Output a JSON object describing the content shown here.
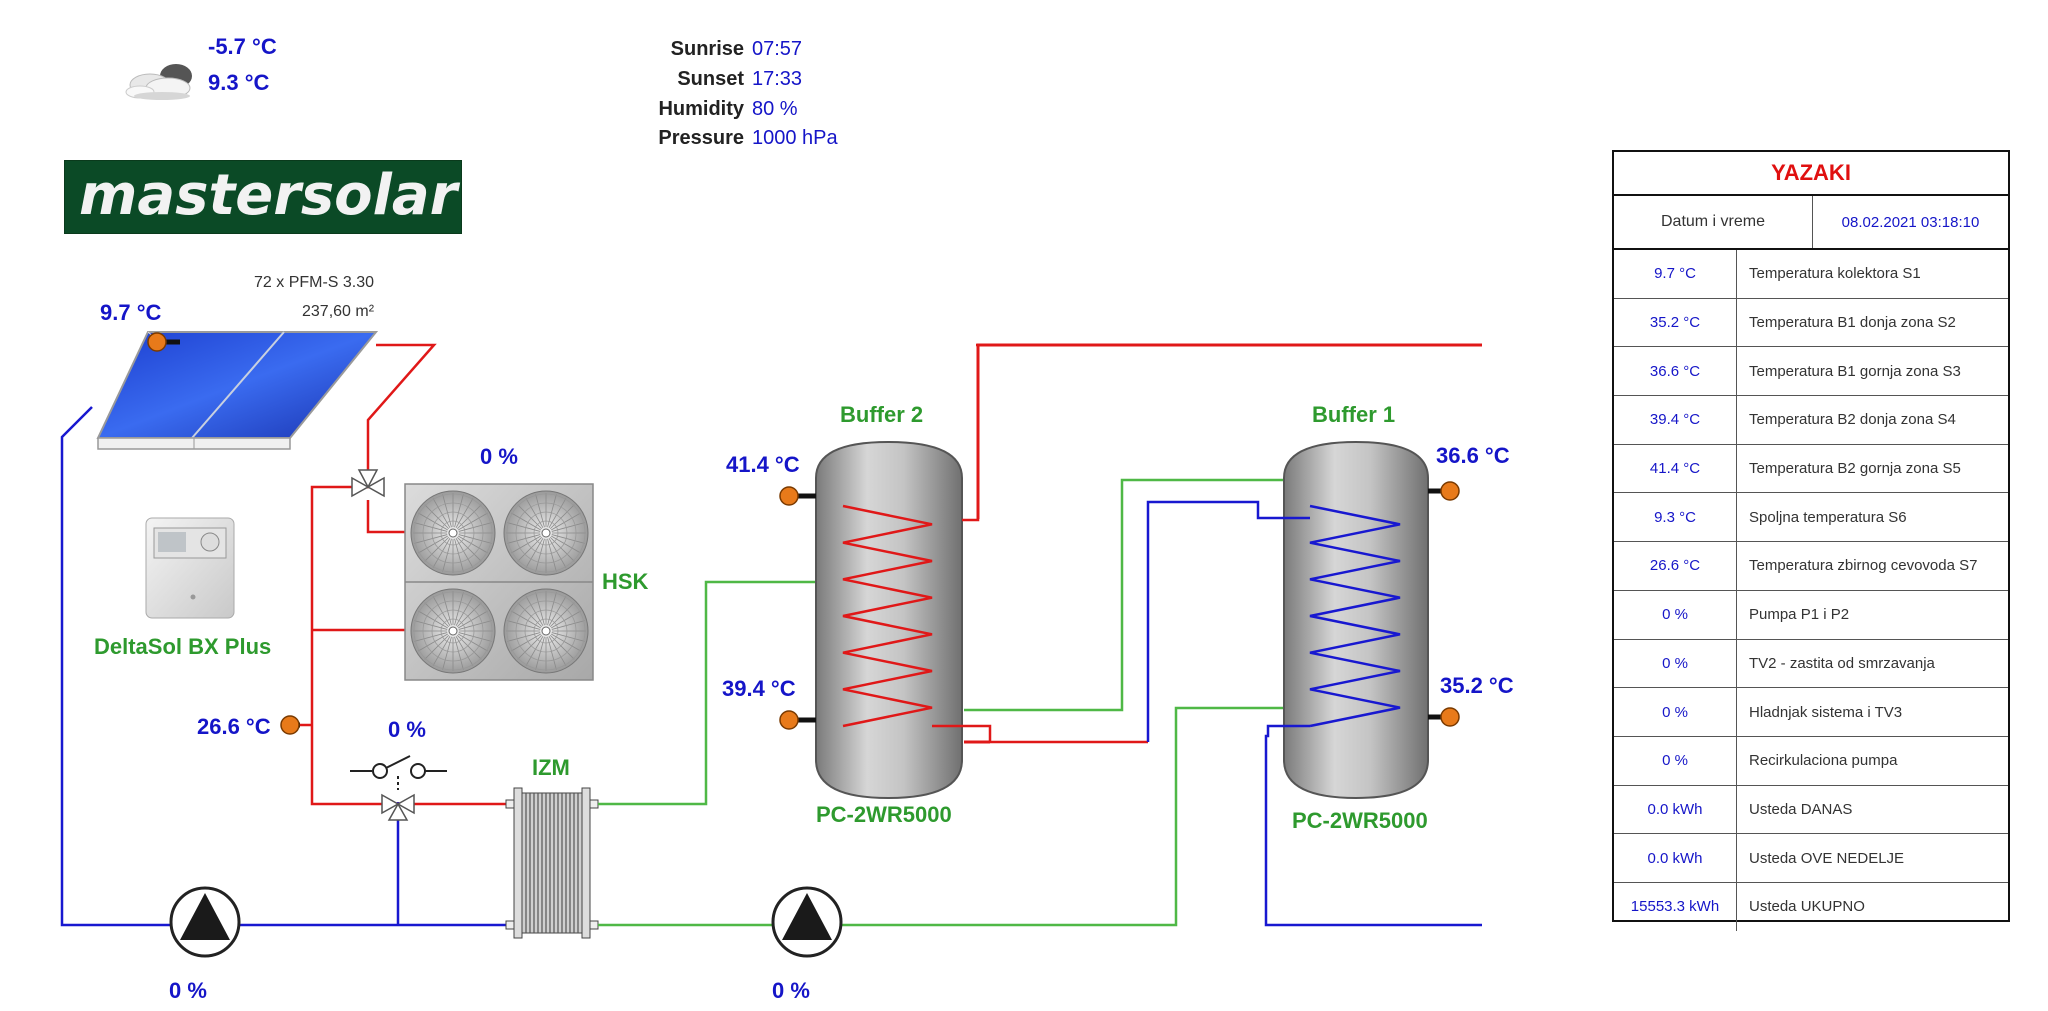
{
  "weather": {
    "temp_min": "-5.7 °C",
    "temp_max": "9.3 °C",
    "icon": "cloud-icon",
    "sunrise_label": "Sunrise",
    "sunrise": "07:57",
    "sunset_label": "Sunset",
    "sunset": "17:33",
    "humidity_label": "Humidity",
    "humidity": "80 %",
    "pressure_label": "Pressure",
    "pressure": "1000 hPa"
  },
  "logo": {
    "text": "mastersolar"
  },
  "collector": {
    "temp": "9.7 °C",
    "model": "72 x PFM-S 3.30",
    "area": "237,60 m²"
  },
  "controller": {
    "label": "DeltaSol BX Plus"
  },
  "hsk": {
    "label": "HSK",
    "level": "0 %"
  },
  "manifold": {
    "temp": "26.6 °C"
  },
  "valve": {
    "level": "0 %"
  },
  "izm": {
    "label": "IZM"
  },
  "pump1": {
    "level": "0 %"
  },
  "pump2": {
    "level": "0 %"
  },
  "buffer2": {
    "title": "Buffer 2",
    "model": "PC-2WR5000",
    "temp_top": "41.4 °C",
    "temp_bottom": "39.4 °C"
  },
  "buffer1": {
    "title": "Buffer 1",
    "model": "PC-2WR5000",
    "temp_top": "36.6 °C",
    "temp_bottom": "35.2 °C"
  },
  "colors": {
    "hot": "#e01818",
    "cold": "#1818d0",
    "loop": "#4fb846",
    "accent": "#1515c8",
    "title": "#e01010"
  },
  "panel": {
    "title": "YAZAKI",
    "datetime_label": "Datum i vreme",
    "datetime": "08.02.2021 03:18:10",
    "rows": [
      {
        "value": "9.7 °C",
        "label": "Temperatura kolektora S1"
      },
      {
        "value": "35.2 °C",
        "label": "Temperatura B1 donja zona S2"
      },
      {
        "value": "36.6 °C",
        "label": "Temperatura B1 gornja zona S3"
      },
      {
        "value": "39.4 °C",
        "label": "Temperatura B2 donja zona S4"
      },
      {
        "value": "41.4 °C",
        "label": "Temperatura B2 gornja zona S5"
      },
      {
        "value": "9.3 °C",
        "label": "Spoljna temperatura S6"
      },
      {
        "value": "26.6 °C",
        "label": "Temperatura zbirnog cevovoda S7"
      },
      {
        "value": "0 %",
        "label": "Pumpa P1 i P2"
      },
      {
        "value": "0 %",
        "label": "TV2 - zastita od smrzavanja"
      },
      {
        "value": "0 %",
        "label": "Hladnjak sistema i TV3"
      },
      {
        "value": "0 %",
        "label": "Recirkulaciona pumpa"
      },
      {
        "value": "0.0 kWh",
        "label": "Usteda DANAS"
      },
      {
        "value": "0.0 kWh",
        "label": "Usteda OVE NEDELJE"
      },
      {
        "value": "15553.3 kWh",
        "label": "Usteda UKUPNO"
      }
    ]
  }
}
